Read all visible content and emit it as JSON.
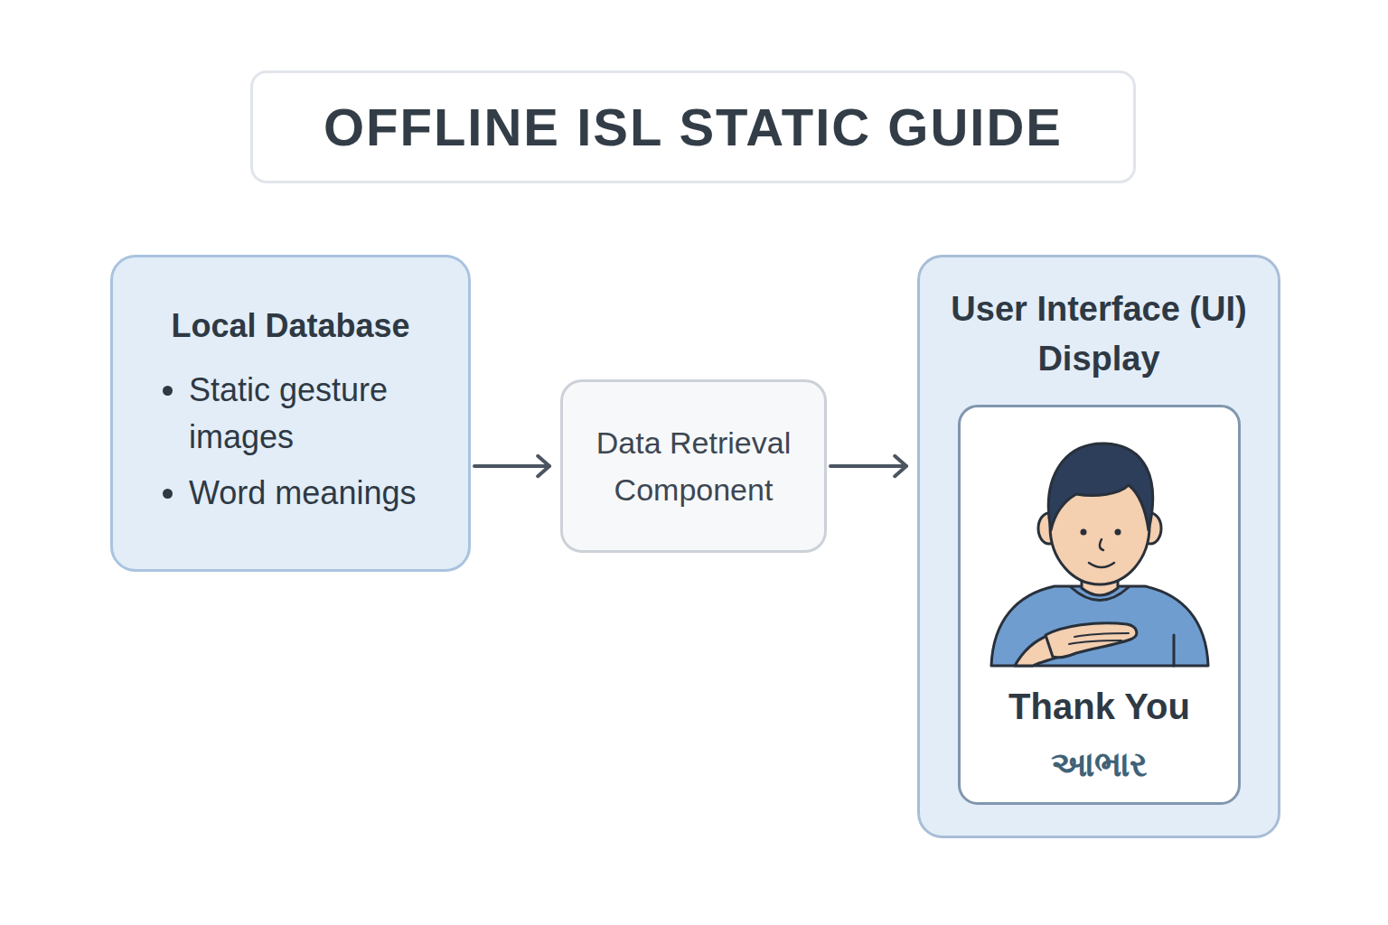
{
  "diagram": {
    "title": "OFFLINE ISL STATIC GUIDE",
    "nodes": [
      {
        "text": [
          "Local Database",
          "Static gesture images",
          "Word meanings"
        ]
      },
      {
        "text": [
          "Data Retrieval Component"
        ]
      },
      {
        "text": [
          "User Interface (UI) Display"
        ]
      },
      {
        "text": [
          "Thank You",
          "આભાર"
        ],
        "in": 2
      }
    ],
    "edges": [
      {
        "from": 0,
        "to": 1,
        "arrow": "to"
      },
      {
        "from": 1,
        "to": 2,
        "arrow": "to"
      }
    ]
  }
}
